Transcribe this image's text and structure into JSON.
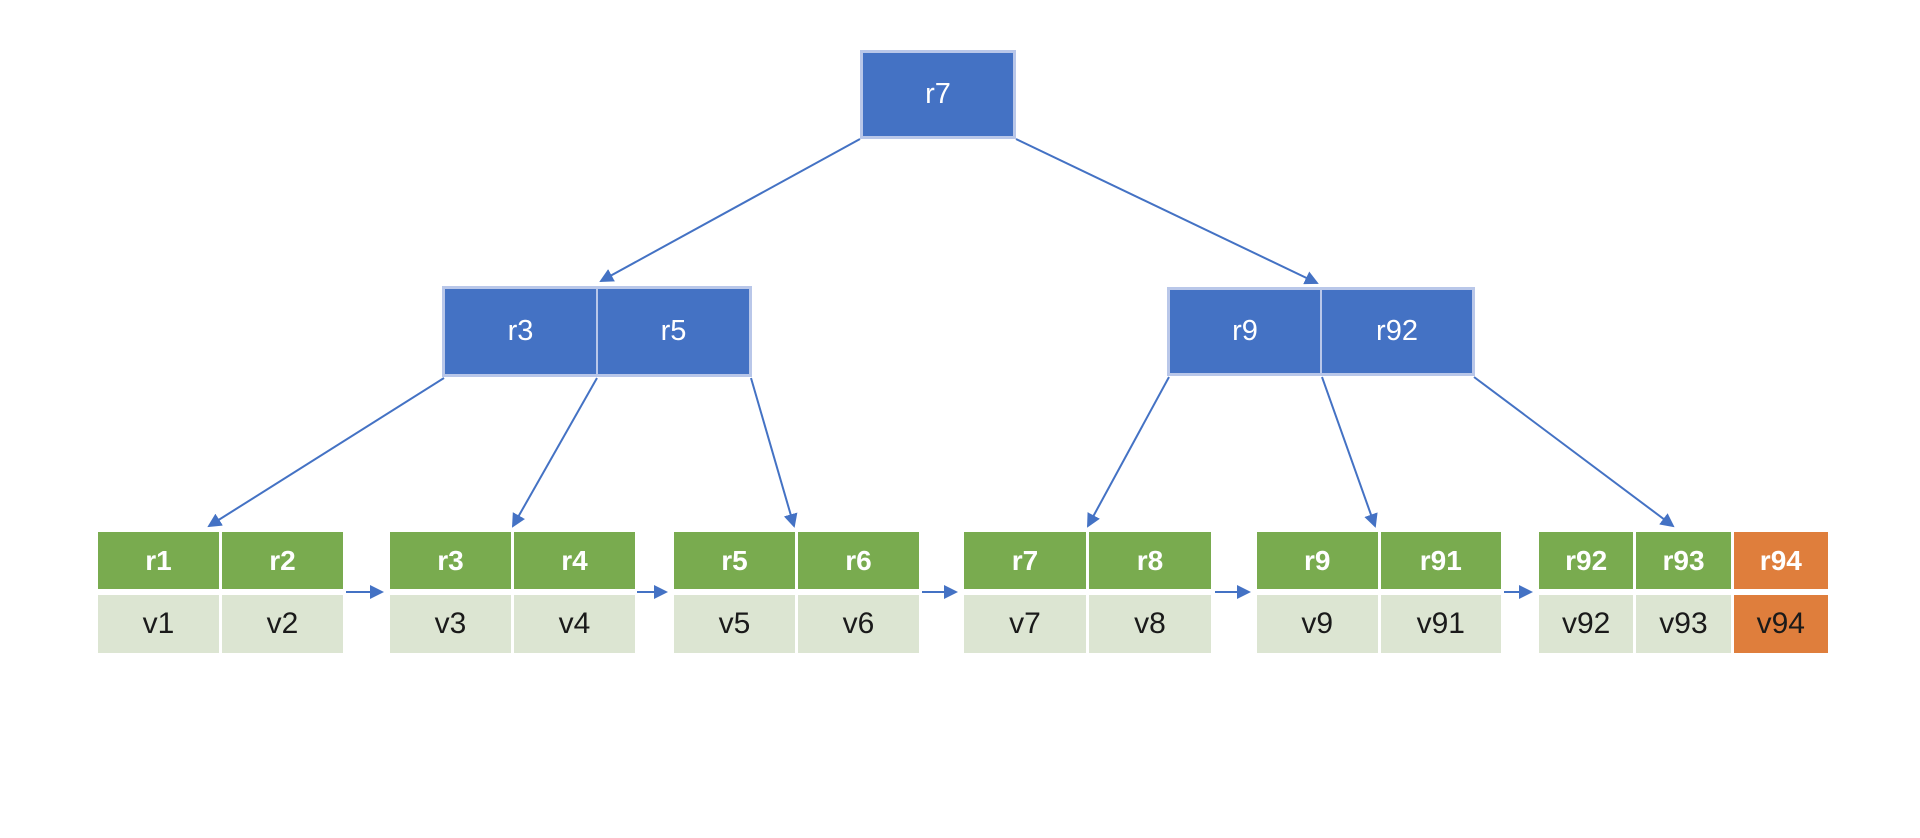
{
  "colors": {
    "background": "#FFFFFF",
    "node_blue": "#4472C4",
    "node_blue_border": "#B9C7E9",
    "leaf_green": "#79AB4F",
    "leaf_value_bg": "#DCE5D2",
    "highlight_orange": "#DF7E3C",
    "arrow_blue": "#4472C4",
    "key_text": "#FFFFFF",
    "value_text": "#1A1A1A"
  },
  "tree": {
    "type": "b-plus-tree",
    "root": {
      "keys": [
        "r7"
      ]
    },
    "internal_nodes": [
      {
        "keys": [
          "r3",
          "r5"
        ]
      },
      {
        "keys": [
          "r9",
          "r92"
        ]
      }
    ],
    "leaves": [
      {
        "keys": [
          "r1",
          "r2"
        ],
        "values": [
          "v1",
          "v2"
        ]
      },
      {
        "keys": [
          "r3",
          "r4"
        ],
        "values": [
          "v3",
          "v4"
        ]
      },
      {
        "keys": [
          "r5",
          "r6"
        ],
        "values": [
          "v5",
          "v6"
        ]
      },
      {
        "keys": [
          "r7",
          "r8"
        ],
        "values": [
          "v7",
          "v8"
        ]
      },
      {
        "keys": [
          "r9",
          "r91"
        ],
        "values": [
          "v9",
          "v91"
        ]
      },
      {
        "keys": [
          "r92",
          "r93",
          "r94"
        ],
        "values": [
          "v92",
          "v93",
          "v94"
        ],
        "highlighted_key": "r94",
        "highlighted_value": "v94"
      }
    ]
  }
}
